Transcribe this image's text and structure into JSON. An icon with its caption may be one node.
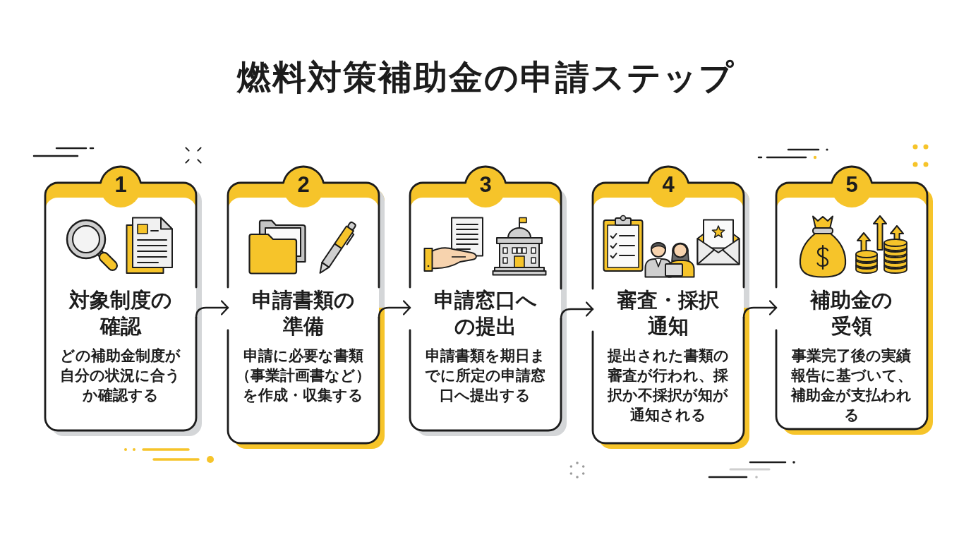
{
  "diagram": {
    "title": "燃料対策補助金の申請ステップ",
    "nodes": [
      {
        "text": [
          "1",
          "対象制度の確認",
          "どの補助金制度が自分の状況に合うか確認する"
        ]
      },
      {
        "text": [
          "2",
          "申請書類の準備",
          "申請に必要な書類（事業計画書など）を作成・収集する"
        ]
      },
      {
        "text": [
          "3",
          "申請窓口への提出",
          "申請書類を期日までに所定の申請窓口へ提出する"
        ]
      },
      {
        "text": [
          "4",
          "審査・採択通知",
          "提出された書類の審査が行われ、採択か不採択が知が通知される"
        ]
      },
      {
        "text": [
          "5",
          "補助金の受領",
          "事業完了後の実績報告に基づいて、補助金が支払われる"
        ]
      }
    ],
    "edges": [
      {
        "from": 0,
        "to": 1,
        "arrow": "to"
      },
      {
        "from": 1,
        "to": 2,
        "arrow": "to"
      },
      {
        "from": 2,
        "to": 3,
        "arrow": "to"
      },
      {
        "from": 3,
        "to": 4,
        "arrow": "to"
      }
    ]
  }
}
